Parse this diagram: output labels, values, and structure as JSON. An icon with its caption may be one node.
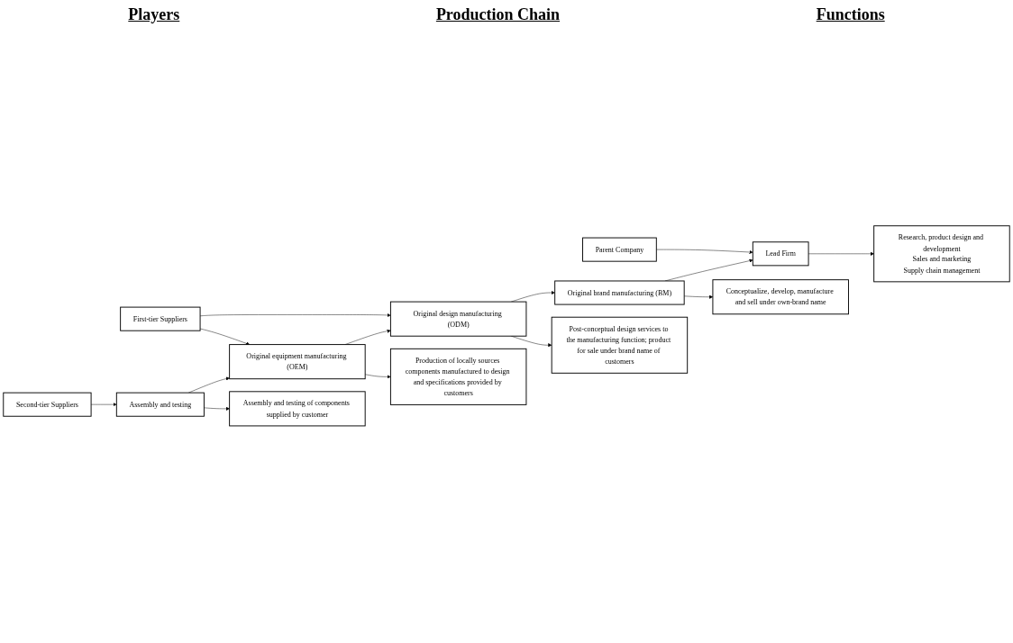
{
  "diagram": {
    "nodes": [
      {
        "text": [
          "Parent Company"
        ]
      },
      {
        "text": [
          "Lead Firm"
        ]
      },
      {
        "text": [
          "Research, product design and development",
          "Sales and marketing",
          "Supply chain management"
        ]
      },
      {
        "text": [
          "Original brand manufacturing (BM)"
        ]
      },
      {
        "text": [
          "Conceptualize, develop, manufacture and sell under own-brand name"
        ]
      },
      {
        "text": [
          "First-tier Suppliers"
        ]
      },
      {
        "text": [
          "Original design manufacturing (ODM)"
        ]
      },
      {
        "text": [
          "Post-conceptual design services to the manufacturing function; product for sale under brand name of customers"
        ]
      },
      {
        "text": [
          "Original equipment manufacturing (OEM)"
        ]
      },
      {
        "text": [
          "Production of locally sources components manufactured to design and specifications provided by customers"
        ]
      },
      {
        "text": [
          "Second-tier Suppliers"
        ]
      },
      {
        "text": [
          "Assembly and testing"
        ]
      },
      {
        "text": [
          "Assembly and testing of components supplied by customer"
        ]
      }
    ],
    "edges": [
      {
        "from": 0,
        "to": 1,
        "arrow": "to"
      },
      {
        "from": 1,
        "to": 2,
        "arrow": "to"
      },
      {
        "from": 3,
        "to": 1,
        "arrow": "to"
      },
      {
        "from": 3,
        "to": 4,
        "arrow": "to"
      },
      {
        "from": 5,
        "to": 6,
        "arrow": "to"
      },
      {
        "from": 5,
        "to": 8,
        "arrow": "to"
      },
      {
        "from": 6,
        "to": 3,
        "arrow": "to"
      },
      {
        "from": 6,
        "to": 7,
        "arrow": "to"
      },
      {
        "from": 8,
        "to": 6,
        "arrow": "to"
      },
      {
        "from": 8,
        "to": 9,
        "arrow": "to"
      },
      {
        "from": 10,
        "to": 11,
        "arrow": "to"
      },
      {
        "from": 11,
        "to": 8,
        "arrow": "to"
      },
      {
        "from": 11,
        "to": 12,
        "arrow": "to"
      }
    ],
    "labels": [
      "Players",
      "Production Chain",
      "Functions"
    ]
  }
}
